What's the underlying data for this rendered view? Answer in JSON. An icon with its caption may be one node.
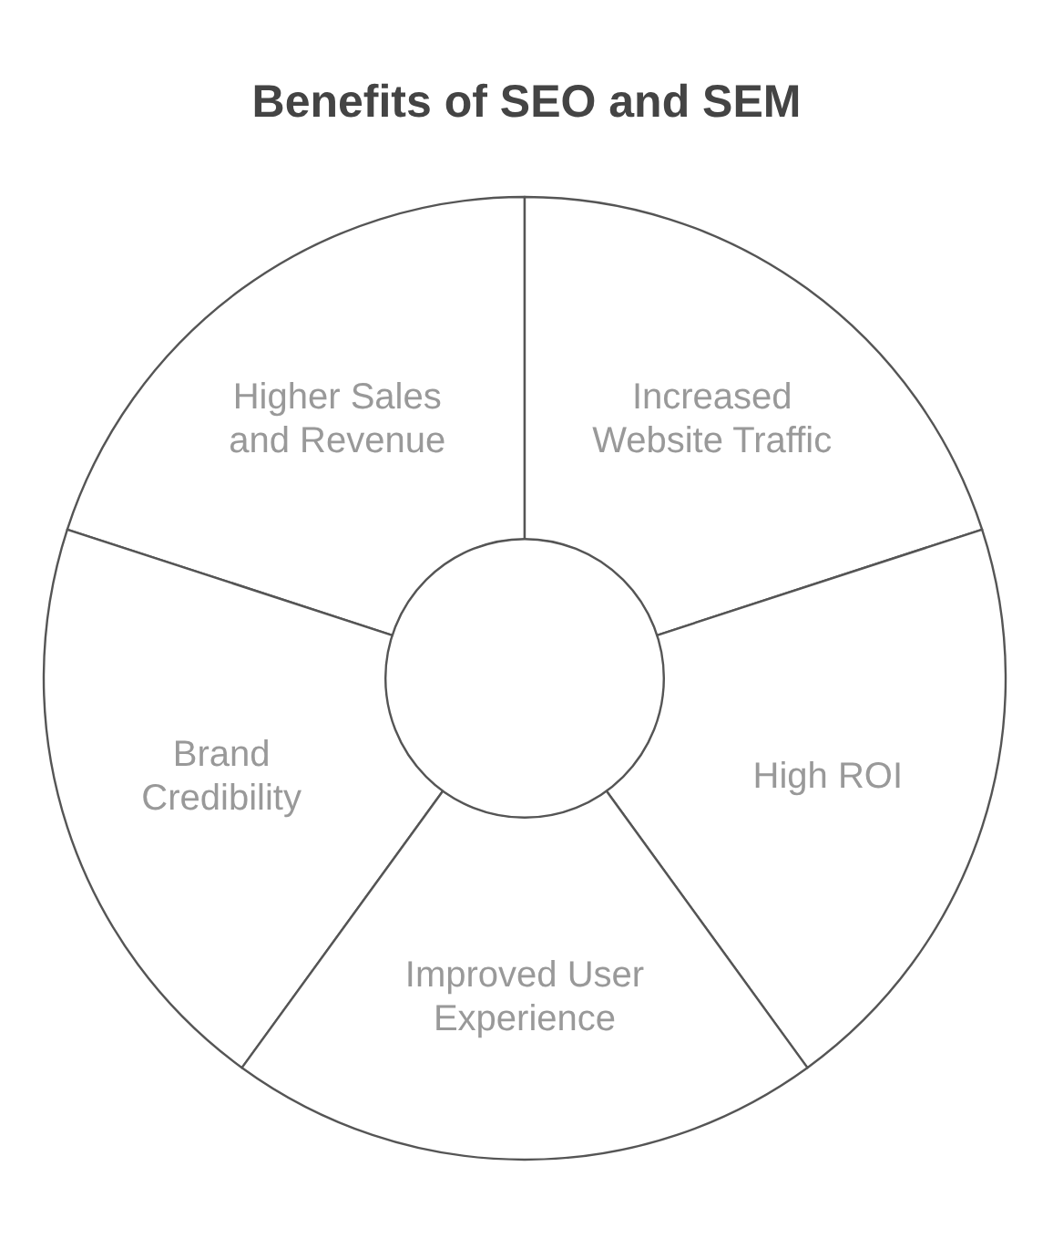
{
  "diagram": {
    "title": "Benefits of SEO and SEM",
    "nodes": [
      {
        "text": [
          "Higher Sales and Revenue"
        ]
      },
      {
        "text": [
          "Increased Website Traffic"
        ]
      },
      {
        "text": [],
        "shape": "circle"
      },
      {
        "text": [
          "Brand Credibility"
        ]
      },
      {
        "text": [
          "High ROI"
        ]
      },
      {
        "text": [
          "Improved User Experience"
        ]
      }
    ]
  }
}
